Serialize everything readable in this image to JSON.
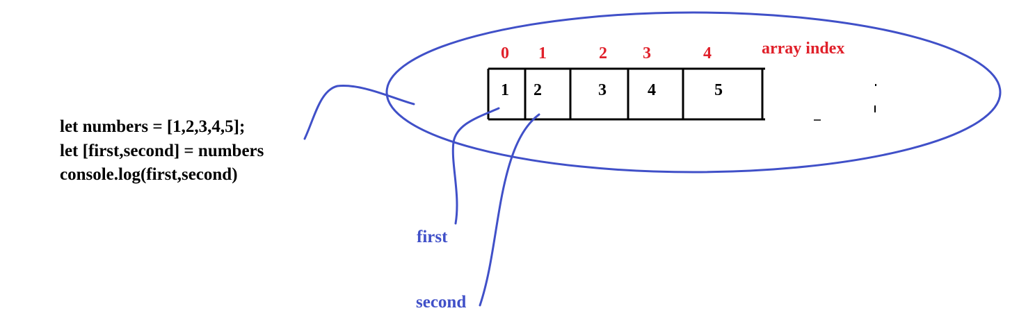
{
  "code": {
    "lines": [
      "let numbers = [1,2,3,4,5];",
      "let [first,second] = numbers",
      "console.log(first,second)"
    ]
  },
  "array": {
    "index_title": "array index",
    "indices": [
      "0",
      "1",
      "2",
      "3",
      "4"
    ],
    "values": [
      "1",
      "2",
      "3",
      "4",
      "5"
    ]
  },
  "variables": {
    "first": "first",
    "second": "second"
  },
  "colors": {
    "annotation_blue": "#4050c8",
    "index_red": "#e0202a",
    "text_black": "#000000"
  }
}
